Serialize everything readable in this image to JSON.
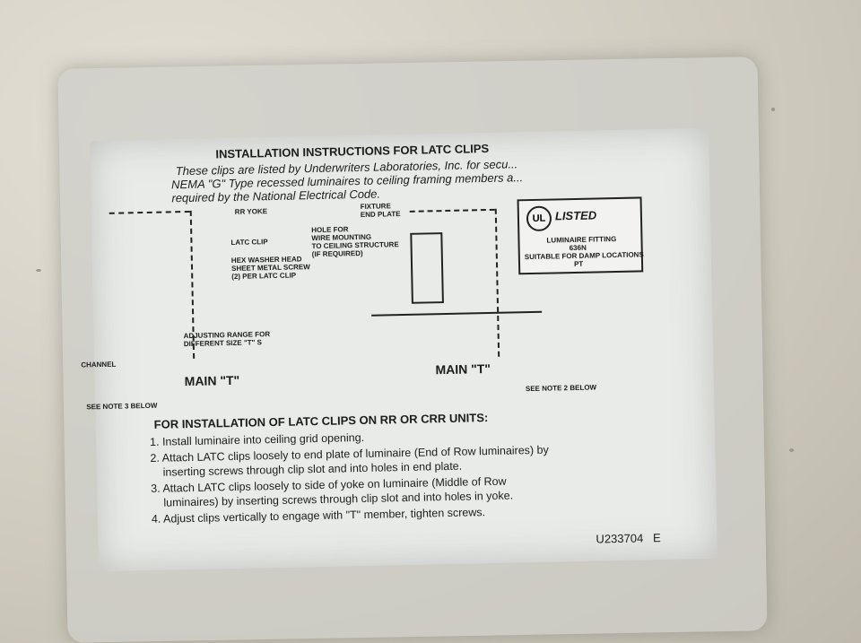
{
  "title": "INSTALLATION INSTRUCTIONS FOR LATC CLIPS",
  "intro": [
    "These clips are listed by Underwriters Laboratories, Inc. for secu...",
    "NEMA \"G\" Type recessed luminaires to ceiling framing members a...",
    "required by the National Electrical Code."
  ],
  "diagram_labels": {
    "rr_yoke": "RR YOKE",
    "latc_clip": "LATC CLIP",
    "screw": "HEX WASHER HEAD\nSHEET METAL SCREW\n(2) PER LATC CLIP",
    "adjusting": "ADJUSTING RANGE FOR\nDIFFERENT SIZE \"T\" S",
    "channel": "CHANNEL",
    "main_t_left": "MAIN \"T\"",
    "note3": "SEE NOTE 3 BELOW",
    "fixture": "FIXTURE\nEND PLATE",
    "hole": "HOLE FOR\nWIRE MOUNTING\nTO CEILING STRUCTURE\n(IF REQUIRED)",
    "main_t_right": "MAIN \"T\"",
    "note2": "SEE NOTE 2 BELOW"
  },
  "ul_label": {
    "logo": "UL",
    "listed": "LISTED",
    "line1": "LUMINAIRE FITTING",
    "line2": "636N",
    "line3": "SUITABLE FOR DAMP LOCATIONS",
    "line4": "PT"
  },
  "instructions_heading": "FOR INSTALLATION OF LATC CLIPS ON RR OR CRR UNITS:",
  "steps": [
    "1. Install luminaire into ceiling grid opening.",
    "2. Attach LATC clips loosely to end plate of luminaire (End of Row luminaires) by",
    "    inserting screws through clip slot and into holes in end plate.",
    "3. Attach LATC clips loosely to side of yoke on luminaire (Middle of Row",
    "    luminaires) by inserting screws through clip slot and into holes in yoke.",
    "4. Adjust clips vertically to engage with \"T\" member, tighten screws."
  ],
  "part_number": "U233704   E"
}
